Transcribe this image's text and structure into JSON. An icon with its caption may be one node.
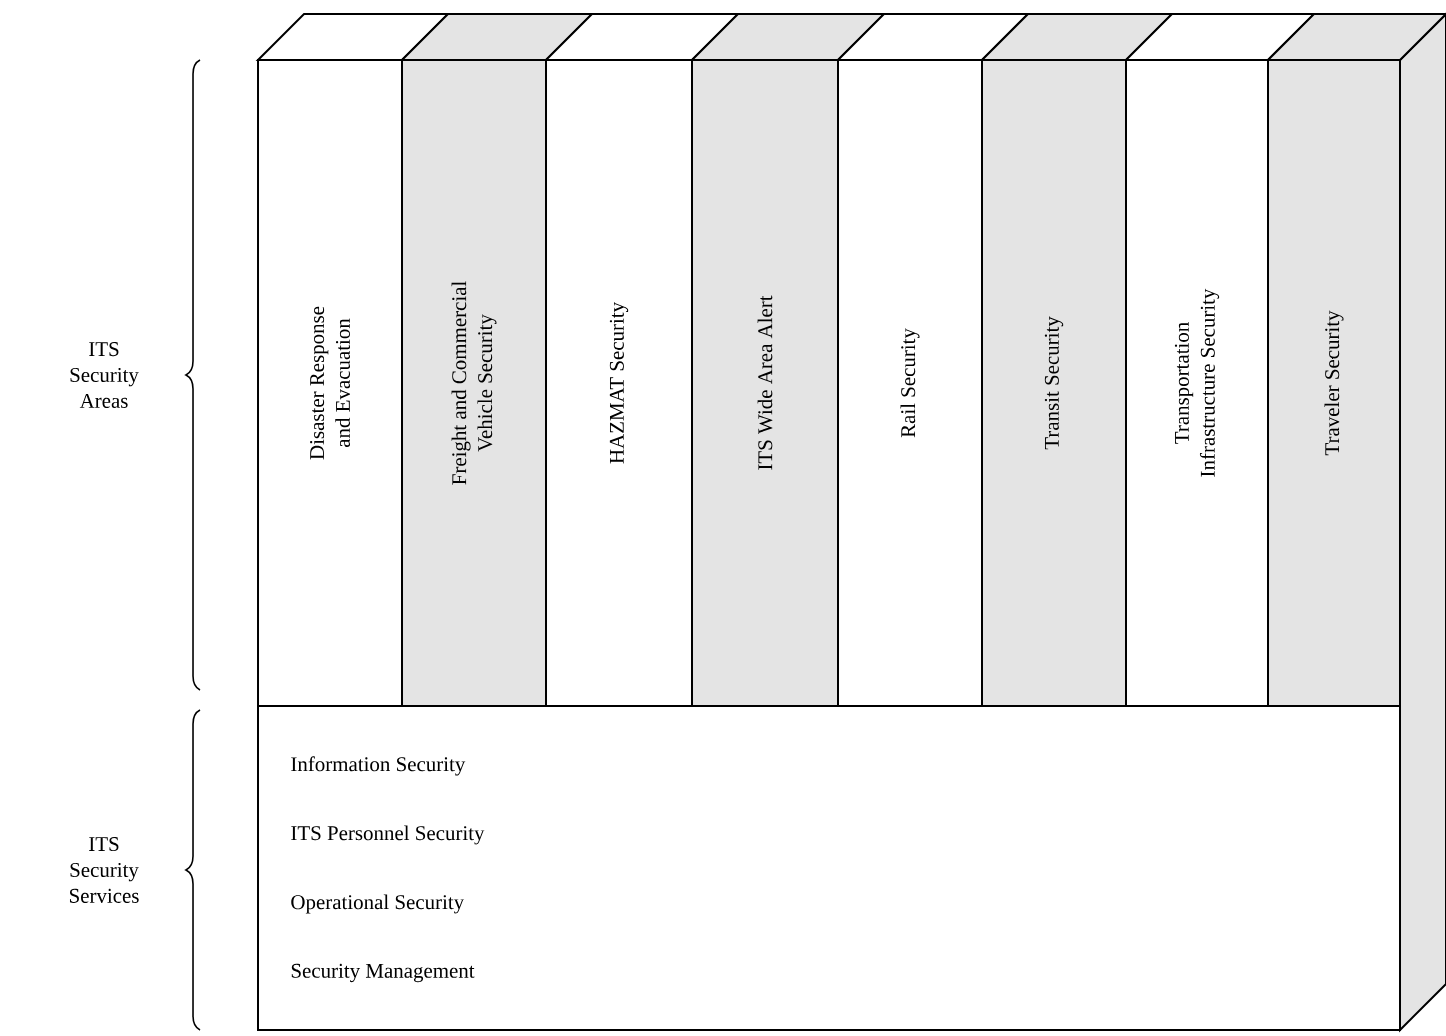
{
  "diagram": {
    "nodes": [
      {
        "text": [
          "Disaster Response and Evacuation"
        ]
      },
      {
        "text": [
          "Freight and Commercial Vehicle Security"
        ]
      },
      {
        "text": [
          "HAZMAT Security"
        ]
      },
      {
        "text": [
          "ITS Wide Area Alert"
        ]
      },
      {
        "text": [
          "Rail Security"
        ]
      },
      {
        "text": [
          "Transit Security"
        ]
      },
      {
        "text": [
          "Transportation Infrastructure Security"
        ]
      },
      {
        "text": [
          "Traveler Security"
        ]
      },
      {
        "text": [
          "Information Security",
          "ITS Personnel Security",
          "Operational Security",
          "Security Management"
        ]
      }
    ],
    "labels": [
      "ITS Security Areas",
      "ITS Security Services"
    ]
  }
}
